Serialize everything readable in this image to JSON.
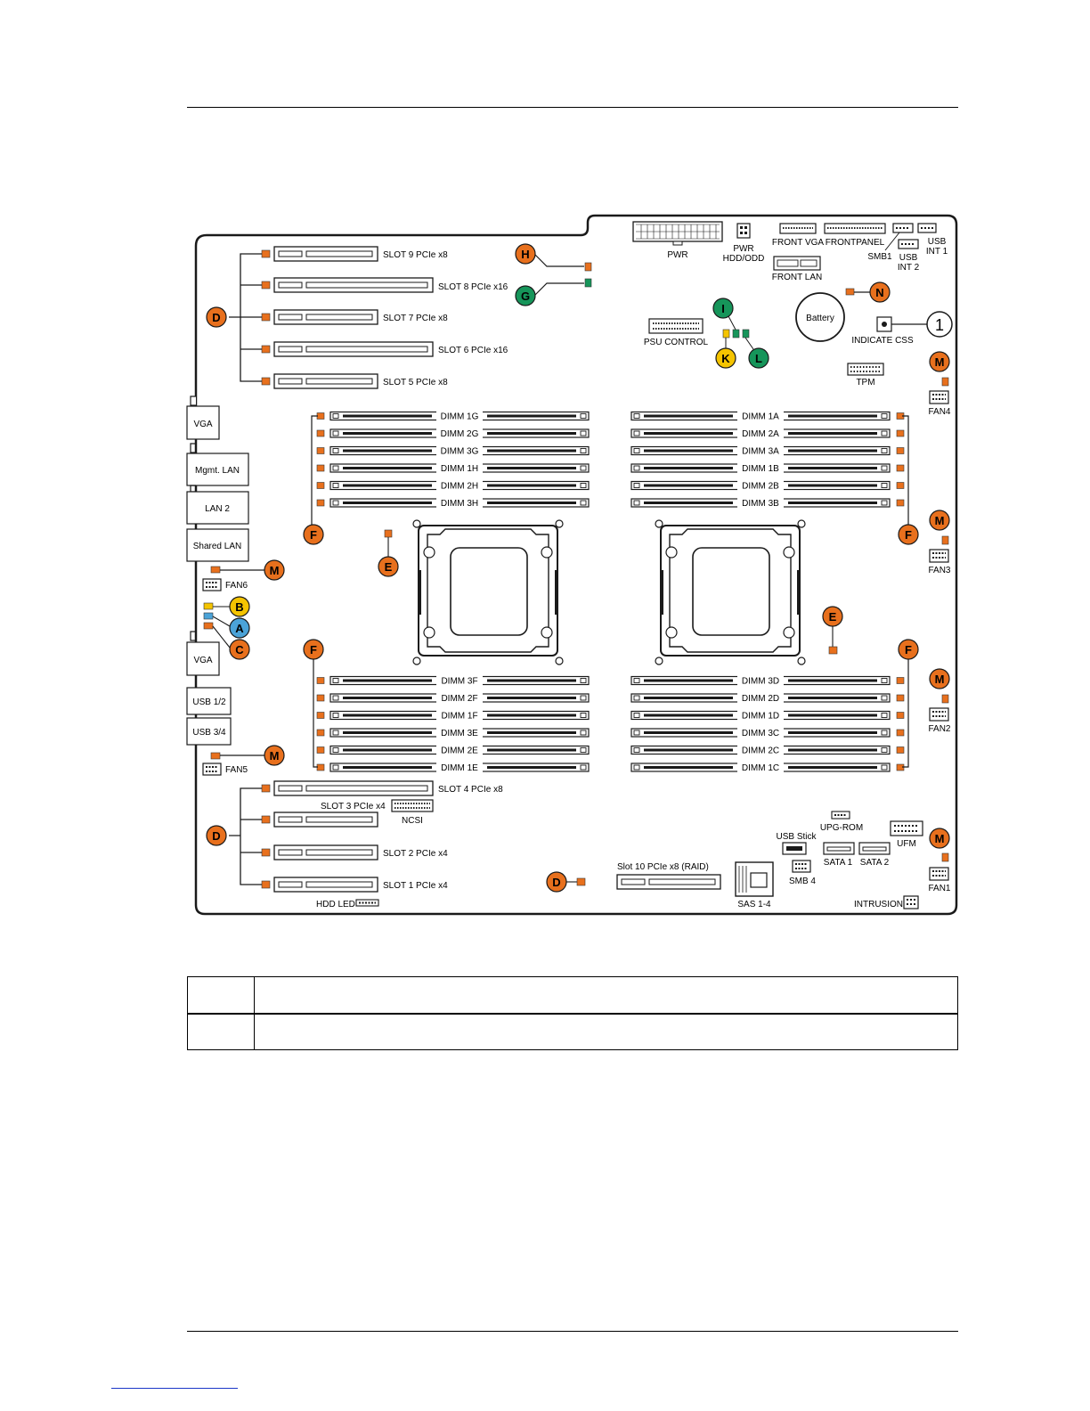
{
  "colors": {
    "orange": "#e8701d",
    "green": "#16955a",
    "yellow": "#f5c400",
    "blue": "#4ba3d8",
    "line": "#1a1a1a",
    "board_bg": "#ffffff"
  },
  "callouts": {
    "A": "A",
    "B": "B",
    "C": "C",
    "D": "D",
    "E": "E",
    "F": "F",
    "G": "G",
    "H": "H",
    "I": "I",
    "K": "K",
    "L": "L",
    "M": "M",
    "N": "N",
    "one": "1"
  },
  "slots": {
    "s9": "SLOT 9 PCIe x8",
    "s8": "SLOT 8 PCIe x16",
    "s7": "SLOT 7 PCIe x8",
    "s6": "SLOT 6 PCIe x16",
    "s5": "SLOT 5 PCIe x8",
    "s4": "SLOT 4 PCIe x8",
    "s3": "SLOT 3 PCIe x4",
    "s2": "SLOT 2 PCIe x4",
    "s1": "SLOT 1 PCIe x4",
    "s10": "Slot 10 PCIe x8 (RAID)"
  },
  "dimms_left_top": [
    "DIMM 1G",
    "DIMM 2G",
    "DIMM 3G",
    "DIMM 1H",
    "DIMM 2H",
    "DIMM 3H"
  ],
  "dimms_right_top": [
    "DIMM 1A",
    "DIMM 2A",
    "DIMM 3A",
    "DIMM 1B",
    "DIMM 2B",
    "DIMM 3B"
  ],
  "dimms_left_bottom": [
    "DIMM 3F",
    "DIMM 2F",
    "DIMM 1F",
    "DIMM 3E",
    "DIMM 2E",
    "DIMM 1E"
  ],
  "dimms_right_bottom": [
    "DIMM 3D",
    "DIMM 2D",
    "DIMM 1D",
    "DIMM 3C",
    "DIMM 2C",
    "DIMM 1C"
  ],
  "ports": {
    "vga1": "VGA",
    "mgmt_lan": "Mgmt. LAN",
    "lan2": "LAN 2",
    "shared_lan": "Shared LAN",
    "vga2": "VGA",
    "usb12": "USB 1/2",
    "usb34": "USB 3/4"
  },
  "labels": {
    "pwr": "PWR",
    "pwr_hdd_1": "PWR",
    "pwr_hdd_2": "HDD/ODD",
    "front_vga": "FRONT VGA",
    "frontpanel": "FRONTPANEL",
    "smb1": "SMB1",
    "usb_int1_1": "USB",
    "usb_int1_2": "INT 1",
    "usb_int2_1": "USB",
    "usb_int2_2": "INT 2",
    "front_lan": "FRONT LAN",
    "battery": "Battery",
    "indicate_css": "INDICATE CSS",
    "psu_control": "PSU CONTROL",
    "tpm": "TPM",
    "fan1": "FAN1",
    "fan2": "FAN2",
    "fan3": "FAN3",
    "fan4": "FAN4",
    "fan5": "FAN5",
    "fan6": "FAN6",
    "ncsi": "NCSI",
    "upg_rom": "UPG-ROM",
    "usb_stick": "USB Stick",
    "ufm": "UFM",
    "sata1": "SATA 1",
    "sata2": "SATA 2",
    "smb4": "SMB 4",
    "sas": "SAS 1-4",
    "intrusion": "INTRUSION",
    "hdd_led": "HDD LED"
  }
}
